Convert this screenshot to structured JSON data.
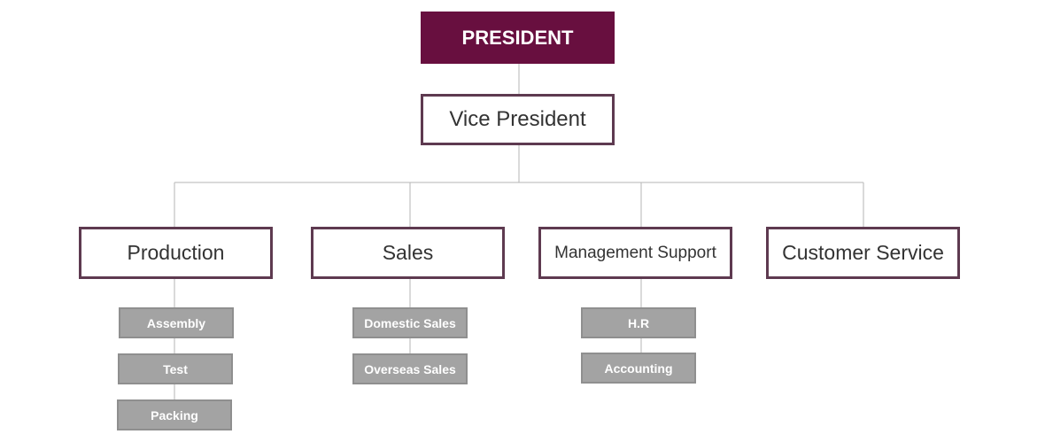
{
  "colors": {
    "president_fill": "#680f3f",
    "box_border": "#5e3a50",
    "sub_fill": "#a3a3a3",
    "connector": "#b5b5b5"
  },
  "president": {
    "label": "PRESIDENT"
  },
  "vice_president": {
    "label": "Vice President"
  },
  "departments": [
    {
      "label": "Production",
      "subunits": [
        "Assembly",
        "Test",
        "Packing"
      ]
    },
    {
      "label": "Sales",
      "subunits": [
        "Domestic Sales",
        "Overseas Sales"
      ]
    },
    {
      "label": "Management Support",
      "subunits": [
        "H.R",
        "Accounting"
      ]
    },
    {
      "label": "Customer Service",
      "subunits": []
    }
  ]
}
